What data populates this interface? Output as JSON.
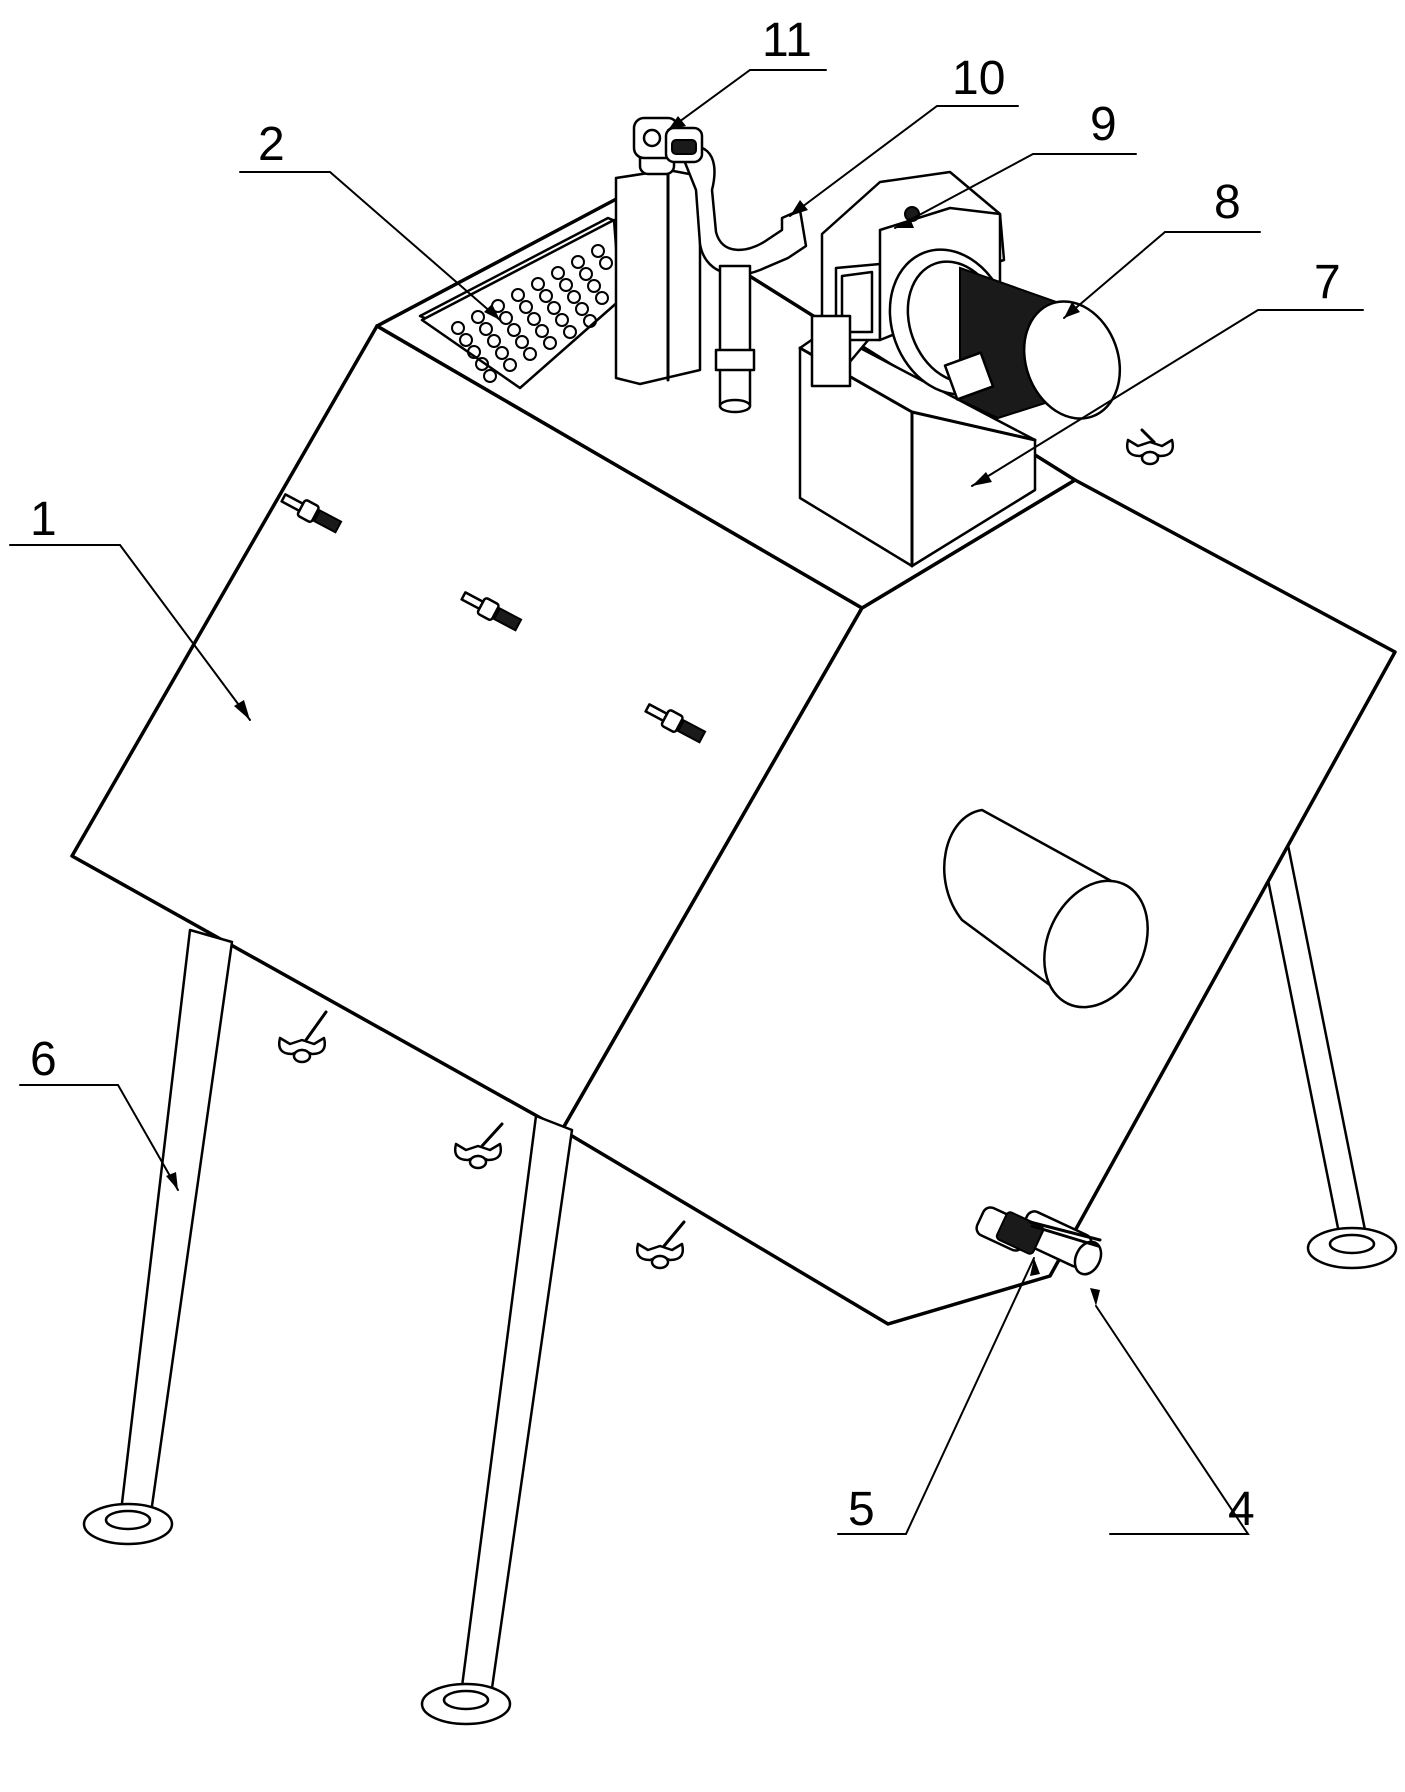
{
  "labels": {
    "l1": "1",
    "l2": "2",
    "l4": "4",
    "l5": "5",
    "l6": "6",
    "l7": "7",
    "l8": "8",
    "l9": "9",
    "l10": "10",
    "l11": "11"
  }
}
